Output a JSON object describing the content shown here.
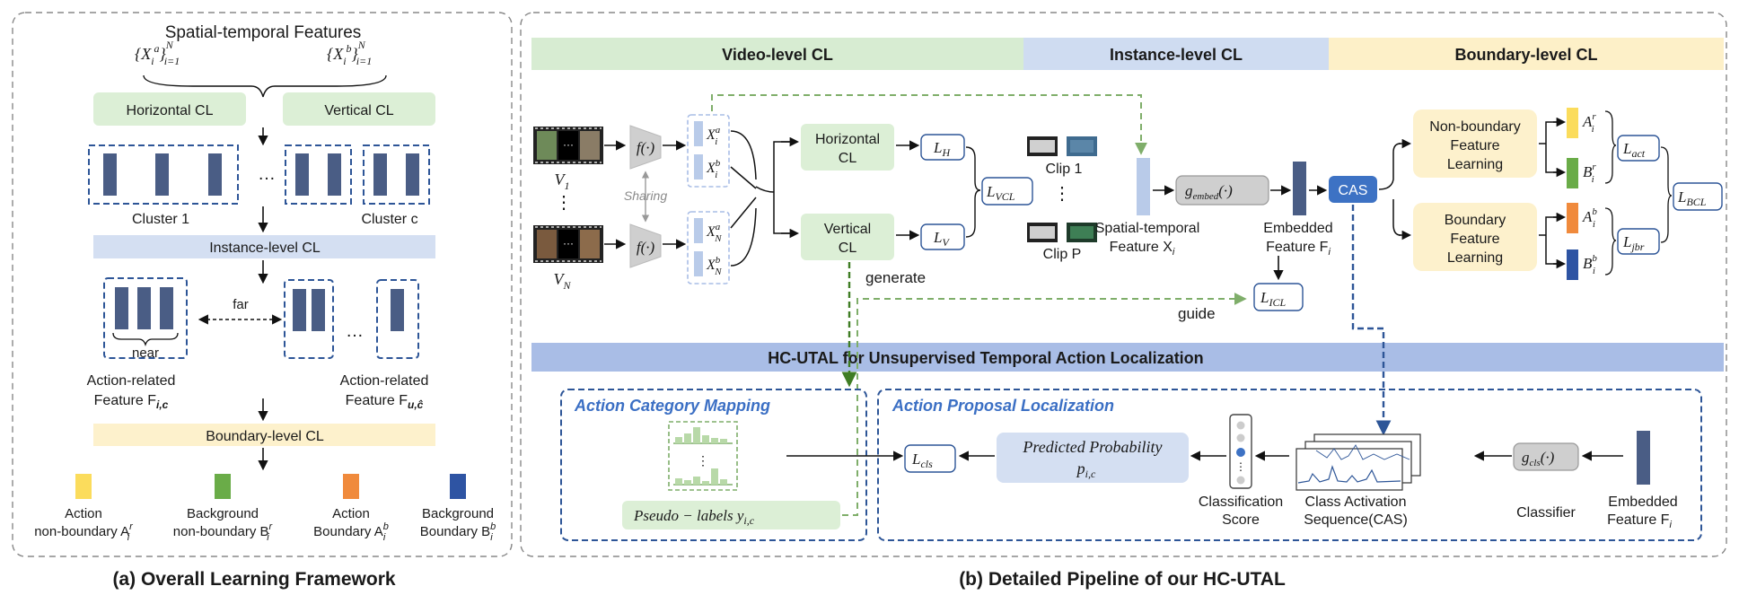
{
  "panel_a": {
    "title": "Spatial-temporal Features",
    "feat_a": "{X",
    "feat_b": "{X",
    "horizontal_cl": "Horizontal CL",
    "vertical_cl": "Vertical CL",
    "cluster_1": "Cluster 1",
    "cluster_c": "Cluster c",
    "dots": "…",
    "instance_cl": "Instance-level CL",
    "far": "far",
    "near": "near",
    "act_feat_ic_line1": "Action-related",
    "act_feat_ic_line2": "Feature F",
    "act_feat_uc_line1": "Action-related",
    "act_feat_uc_line2": "Feature F",
    "boundary_cl": "Boundary-level CL",
    "legend": [
      {
        "line1": "Action",
        "line2": "non-boundary A",
        "color": "#fbdc5c"
      },
      {
        "line1": "Background",
        "line2": "non-boundary B",
        "color": "#6aac48"
      },
      {
        "line1": "Action",
        "line2": "Boundary A",
        "color": "#f08a3c"
      },
      {
        "line1": "Background",
        "line2": "Boundary B",
        "color": "#2e54a3"
      }
    ],
    "caption": "(a) Overall Learning Framework"
  },
  "panel_b": {
    "header_video": "Video-level CL",
    "header_instance": "Instance-level CL",
    "header_boundary": "Boundary-level CL",
    "v1": "V",
    "vn": "V",
    "f_func": "f(·)",
    "sharing": "Sharing",
    "horizontal_cl_1": "Horizontal",
    "horizontal_cl_2": "CL",
    "vertical_cl_1": "Vertical",
    "vertical_cl_2": "CL",
    "lh": "L",
    "lv": "L",
    "lvcl": "L",
    "generate": "generate",
    "clip1": "Clip 1",
    "clipp": "Clip P",
    "spatial_feat_1": "Spatial-temporal",
    "spatial_feat_2": "Feature X",
    "g_embed": "g",
    "embedded_feat_1": "Embedded",
    "embedded_feat_2": "Feature F",
    "cas": "CAS",
    "licl": "L",
    "guide": "guide",
    "nonboundary_1": "Non-boundary",
    "nonboundary_2": "Feature",
    "nonboundary_3": "Learning",
    "boundary_1": "Boundary",
    "boundary_2": "Feature",
    "boundary_3": "Learning",
    "lact": "L",
    "ljbr": "L",
    "lbcl": "L",
    "hc_utal": "HC-UTAL for Unsupervised Temporal Action Localization",
    "acm_title": "Action Category Mapping",
    "pseudo_labels": "Pseudo − labels  y",
    "apl_title": "Action Proposal Localization",
    "lcls": "L",
    "pred_prob_1": "Predicted Probability",
    "pred_prob_2": "p",
    "class_score_1": "Classification",
    "class_score_2": "Score",
    "cas_seq_1": "Class Activation",
    "cas_seq_2": "Sequence(CAS)",
    "classifier": "Classifier",
    "g_cls": "g",
    "embedded2_1": "Embedded",
    "embedded2_2": "Feature F",
    "caption": "(b) Detailed Pipeline of our HC-UTAL"
  },
  "colors": {
    "green_fill": "#dcefd6",
    "blue_fill": "#d4dff2",
    "yellow_fill": "#fdf1cc",
    "feature_bar": "#4a5d85",
    "header_green": "#d7ecd2",
    "header_blue": "#cfdcf1",
    "header_yellow": "#fdf0c8",
    "hc_band": "#a9bde6",
    "cas_blue": "#3d72c4",
    "dashed_blue": "#2d5597",
    "dashed_green": "#7fae6a",
    "legend_yellow": "#fbdc5c",
    "legend_green": "#6aac48",
    "legend_orange": "#f08a3c",
    "legend_navy": "#2e54a3"
  }
}
